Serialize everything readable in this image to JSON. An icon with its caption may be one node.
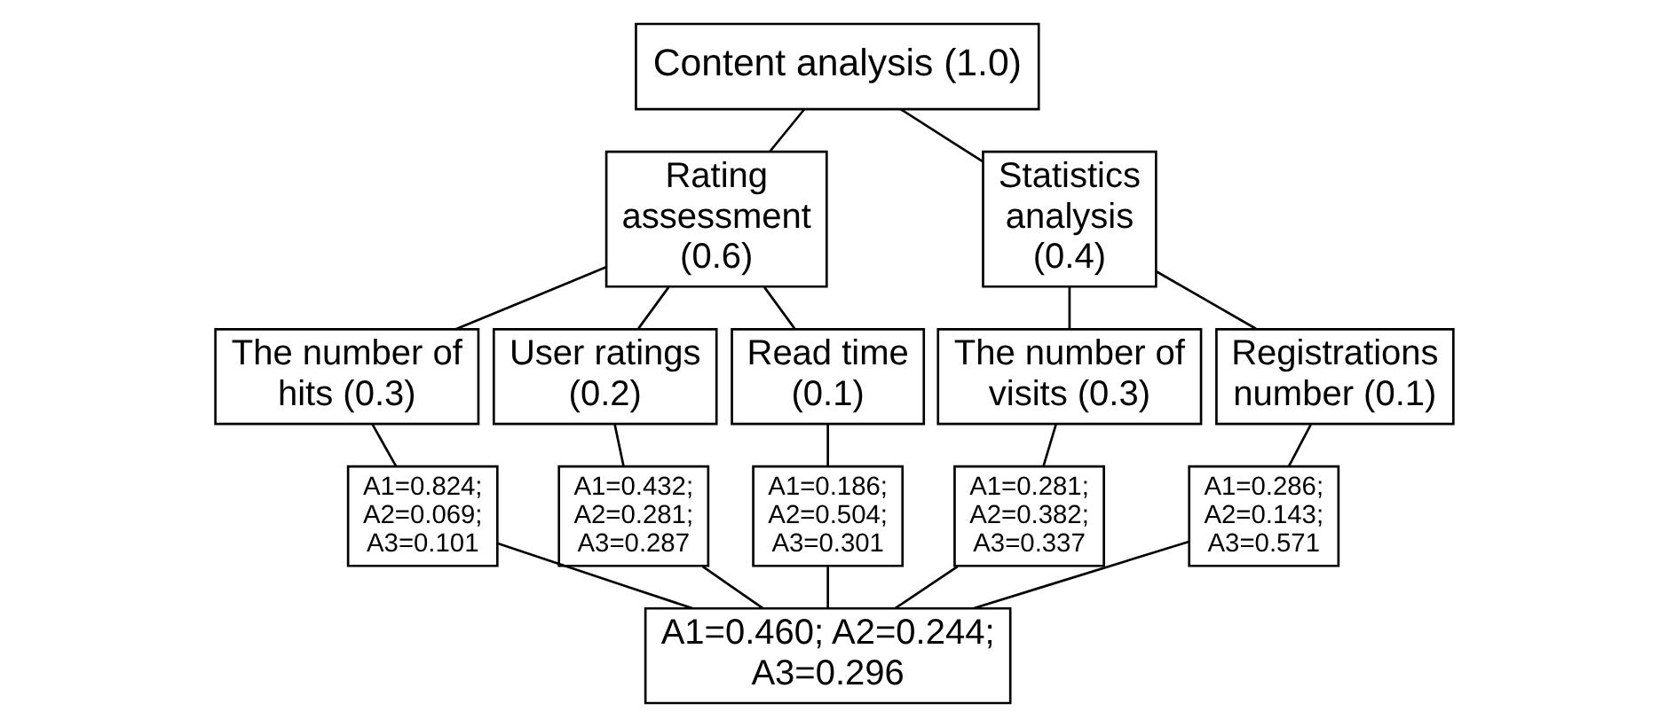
{
  "diagram": {
    "nodes": [
      {
        "text": [
          "Content analysis (1.0)"
        ]
      },
      {
        "text": [
          "Rating assessment (0.6)"
        ]
      },
      {
        "text": [
          "Statistics analysis (0.4)"
        ]
      },
      {
        "text": [
          "The number of hits (0.3)"
        ]
      },
      {
        "text": [
          "User ratings (0.2)"
        ]
      },
      {
        "text": [
          "Read time (0.1)"
        ]
      },
      {
        "text": [
          "The number of visits (0.3)"
        ]
      },
      {
        "text": [
          "Registrations number (0.1)"
        ]
      },
      {
        "text": [
          "A1=0.824; A2=0.069; A3=0.101"
        ]
      },
      {
        "text": [
          "A1=0.432; A2=0.281; A3=0.287"
        ]
      },
      {
        "text": [
          "A1=0.186; A2=0.504; A3=0.301"
        ]
      },
      {
        "text": [
          "A1=0.281; A2=0.382; A3=0.337"
        ]
      },
      {
        "text": [
          "A1=0.286; A2=0.143; A3=0.571"
        ]
      },
      {
        "text": [
          "A1=0.460; A2=0.244; A3=0.296"
        ]
      }
    ],
    "edges": [
      {
        "from": 0,
        "to": 1,
        "arrow": "none"
      },
      {
        "from": 0,
        "to": 2,
        "arrow": "none"
      },
      {
        "from": 1,
        "to": 3,
        "arrow": "none"
      },
      {
        "from": 1,
        "to": 4,
        "arrow": "none"
      },
      {
        "from": 1,
        "to": 5,
        "arrow": "none"
      },
      {
        "from": 2,
        "to": 6,
        "arrow": "none"
      },
      {
        "from": 2,
        "to": 7,
        "arrow": "none"
      },
      {
        "from": 3,
        "to": 8,
        "arrow": "none"
      },
      {
        "from": 4,
        "to": 9,
        "arrow": "none"
      },
      {
        "from": 5,
        "to": 10,
        "arrow": "none"
      },
      {
        "from": 6,
        "to": 11,
        "arrow": "none"
      },
      {
        "from": 7,
        "to": 12,
        "arrow": "none"
      },
      {
        "from": 8,
        "to": 13,
        "arrow": "none"
      },
      {
        "from": 9,
        "to": 13,
        "arrow": "none"
      },
      {
        "from": 10,
        "to": 13,
        "arrow": "none"
      },
      {
        "from": 11,
        "to": 13,
        "arrow": "none"
      },
      {
        "from": 12,
        "to": 13,
        "arrow": "none"
      }
    ]
  }
}
